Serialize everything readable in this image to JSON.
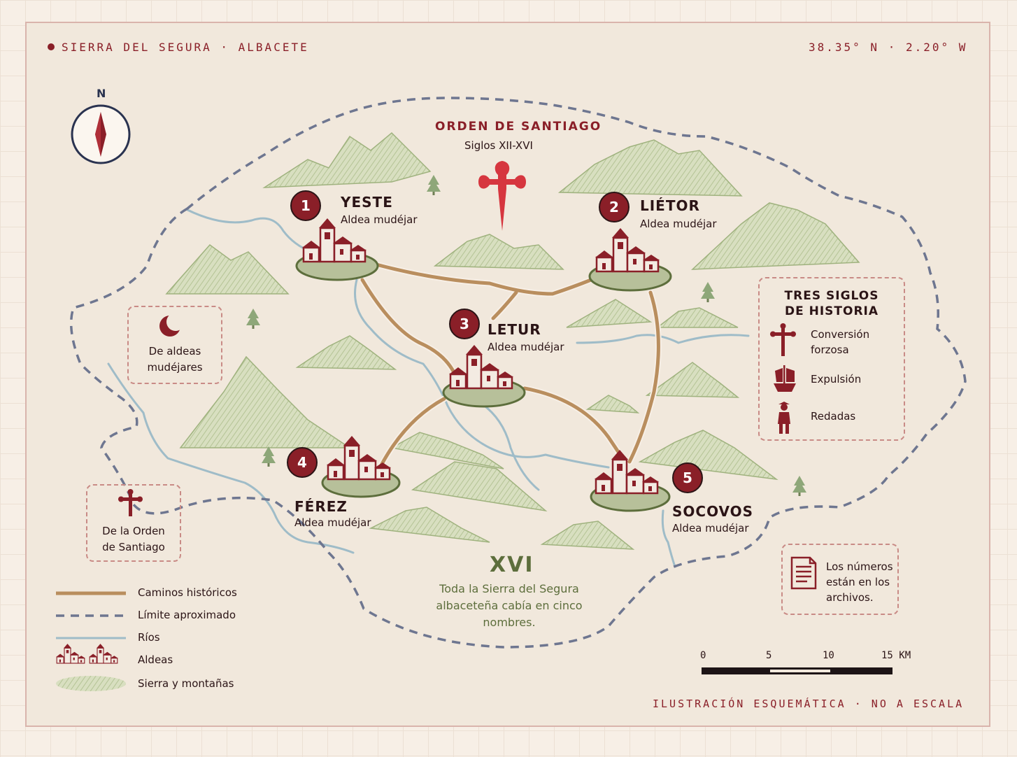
{
  "header": {
    "region": "SIERRA DEL SEGURA · ALBACETE",
    "coords": "38.35° N · 2.20° W"
  },
  "compass": {
    "label": "N",
    "icon": "compass-icon"
  },
  "order": {
    "title": "ORDEN DE SANTIAGO",
    "subtitle": "Siglos XII-XVI",
    "icon": "cross-of-santiago-icon"
  },
  "towns": [
    {
      "num": "1",
      "name": "YESTE",
      "type": "Aldea mudéjar"
    },
    {
      "num": "2",
      "name": "LIÉTOR",
      "type": "Aldea mudéjar"
    },
    {
      "num": "3",
      "name": "LETUR",
      "type": "Aldea mudéjar"
    },
    {
      "num": "4",
      "name": "FÉREZ",
      "type": "Aldea mudéjar"
    },
    {
      "num": "5",
      "name": "SOCOVOS",
      "type": "Aldea mudéjar"
    }
  ],
  "history": {
    "title_line1": "TRES SIGLOS",
    "title_line2": "DE HISTORIA",
    "items": [
      {
        "label_line1": "Conversión",
        "label_line2": "forzosa",
        "icon": "cross-icon"
      },
      {
        "label_line1": "Expulsión",
        "label_line2": "",
        "icon": "ship-icon"
      },
      {
        "label_line1": "Redadas",
        "label_line2": "",
        "icon": "soldier-icon"
      }
    ]
  },
  "mudejar_box": {
    "line1": "De aldeas",
    "line2": "mudéjares",
    "icon": "crescent-icon"
  },
  "order_box": {
    "line1": "De la Orden",
    "line2": "de Santiago",
    "icon": "cross-icon"
  },
  "archive_box": {
    "line1": "Los números",
    "line2": "están en los",
    "line3": "archivos.",
    "icon": "document-icon"
  },
  "century": {
    "label": "XVI",
    "line1": "Toda la Sierra del Segura",
    "line2": "albaceteña cabía en cinco",
    "line3": "nombres."
  },
  "legend": [
    {
      "label": "Caminos históricos"
    },
    {
      "label": "Límite aproximado"
    },
    {
      "label": "Ríos"
    },
    {
      "label": "Aldeas"
    },
    {
      "label": "Sierra y montañas"
    }
  ],
  "scale": {
    "ticks": [
      "0",
      "5",
      "10",
      "15 KM"
    ]
  },
  "footer": "ILUSTRACIÓN ESQUEMÁTICA · NO A ESCALA",
  "colors": {
    "accent": "#8a1f28",
    "road": "#b98e5e",
    "boundary": "#6e7690",
    "river": "#9fbcc8",
    "mountain": "#b7c59b",
    "green": "#5d6e3c"
  }
}
